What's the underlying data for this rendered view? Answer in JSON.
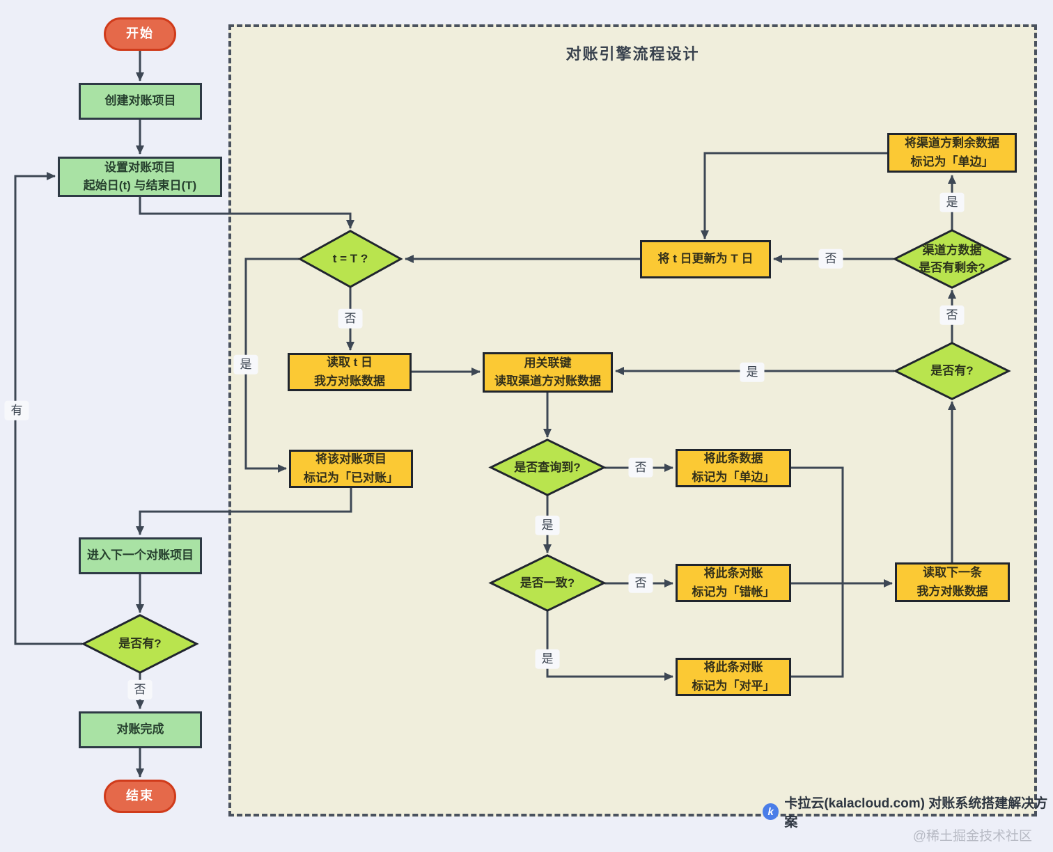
{
  "title": "对账引擎流程设计",
  "nodes": {
    "start": {
      "label": "开始"
    },
    "create_project": {
      "label": "创建对账项目"
    },
    "set_dates": {
      "label": "设置对账项目\n起始日(t) 与结束日(T)"
    },
    "t_equals_T": {
      "label": "t = T ?"
    },
    "read_t_data": {
      "label": "读取 t 日\n我方对账数据"
    },
    "read_channel_data": {
      "label": "用关联键\n读取渠道方对账数据"
    },
    "found": {
      "label": "是否查询到?"
    },
    "mark_oneside": {
      "label": "将此条数据\n标记为「单边」"
    },
    "consistent": {
      "label": "是否一致?"
    },
    "mark_error": {
      "label": "将此条对账\n标记为「错帐」"
    },
    "mark_balanced": {
      "label": "将此条对账\n标记为「对平」"
    },
    "read_next": {
      "label": "读取下一条\n我方对账数据"
    },
    "has_more_data": {
      "label": "是否有?"
    },
    "channel_remaining": {
      "label": "渠道方数据\n是否有剩余?"
    },
    "mark_remaining_oneside": {
      "label": "将渠道方剩余数据\n标记为「单边」"
    },
    "update_t": {
      "label": "将 t 日更新为 T 日"
    },
    "mark_project_done": {
      "label": "将该对账项目\n标记为「已对账」"
    },
    "next_project": {
      "label": "进入下一个对账项目"
    },
    "has_more_projects": {
      "label": "是否有?"
    },
    "done": {
      "label": "对账完成"
    },
    "end": {
      "label": "结束"
    }
  },
  "edge_labels": {
    "t_no": "否",
    "t_yes": "是",
    "has_project_yes": "有",
    "has_project_no": "否",
    "found_no": "否",
    "found_yes": "是",
    "consistent_no": "否",
    "consistent_yes": "是",
    "has_data_yes": "是",
    "has_data_no": "否",
    "channel_yes": "是",
    "channel_no": "否"
  },
  "footer": {
    "logo_glyph": "k",
    "brand": "卡拉云(kalacloud.com) 对账系统搭建解决方案"
  },
  "watermark": "@稀土掘金技术社区",
  "colors": {
    "canvas_bg": "#edeff8",
    "panel_bg": "#f0eedc",
    "panel_border": "#4a525e",
    "process_fill": "#a9e2a4",
    "task_fill": "#fbc934",
    "decision_fill": "#b9e44e",
    "terminal_fill": "#e5694a",
    "terminal_border": "#d03b1b",
    "connector": "#3d4754",
    "logo_blue": "#4a7de8"
  }
}
